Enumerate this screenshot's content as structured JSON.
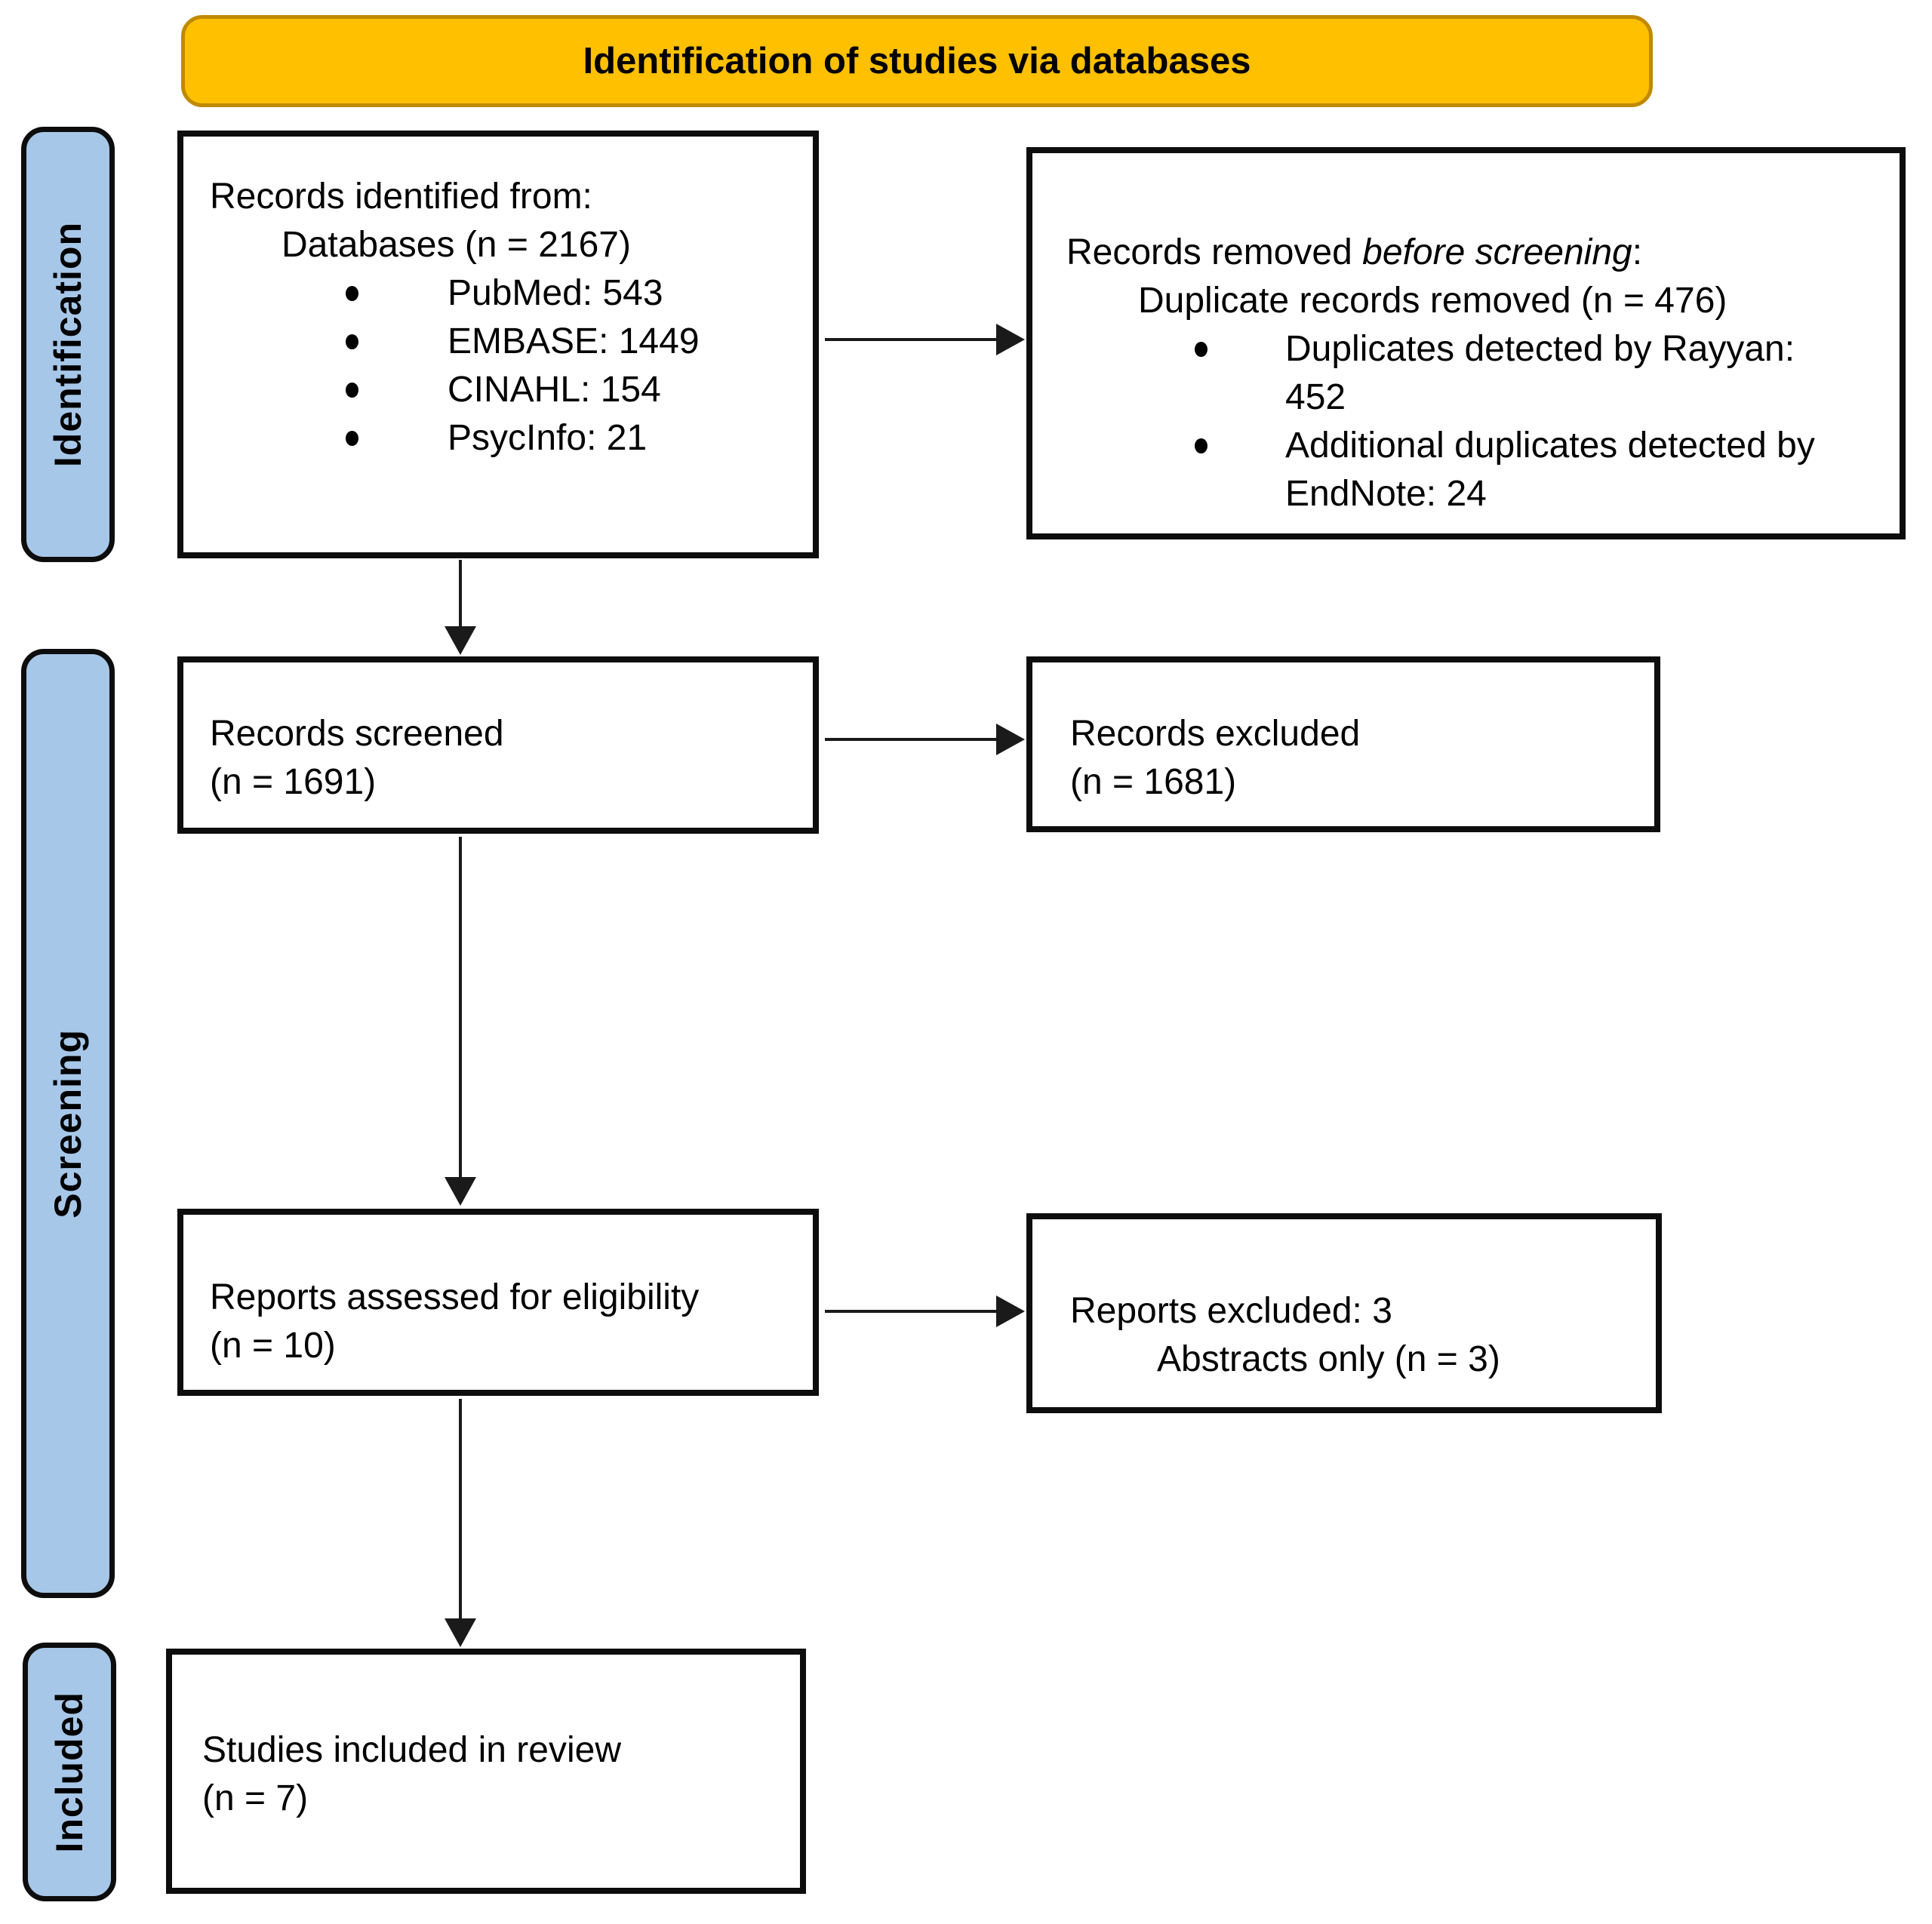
{
  "banner": {
    "title": "Identification of studies via databases"
  },
  "stages": [
    {
      "label": "Identification"
    },
    {
      "label": "Screening"
    },
    {
      "label": "Included"
    }
  ],
  "boxes": {
    "identified": {
      "line1": "Records identified from:",
      "line2": "Databases (n = 2167)",
      "bullets": [
        "PubMed: 543",
        "EMBASE: 1449",
        "CINAHL: 154",
        "PsycInfo: 21"
      ]
    },
    "removed": {
      "line1_prefix": "Records removed ",
      "line1_italic": "before screening",
      "line1_suffix": ":",
      "line2": "Duplicate records removed (n = 476)",
      "bullets": [
        "Duplicates detected by Rayyan: 452",
        "Additional duplicates detected by EndNote: 24"
      ]
    },
    "screened": {
      "line1": "Records screened",
      "line2": "(n = 1691)"
    },
    "excluded": {
      "line1": "Records excluded",
      "line2": "(n = 1681)"
    },
    "assessed": {
      "line1": "Reports assessed for eligibility",
      "line2": "(n = 10)"
    },
    "reports_excluded": {
      "line1": "Reports excluded: 3",
      "line2": "Abstracts only (n = 3)"
    },
    "included_studies": {
      "line1": "Studies included in review",
      "line2": "(n = 7)"
    }
  },
  "colors": {
    "banner_fill": "#FFC000",
    "banner_border": "#C08A00",
    "stage_fill": "#A7C7E8",
    "box_border": "#0d0d0d",
    "arrow": "#1a1a1a",
    "background": "#ffffff"
  }
}
